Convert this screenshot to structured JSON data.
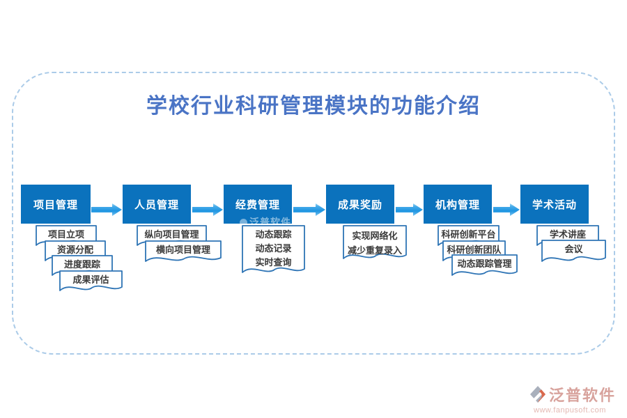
{
  "title": "学校行业科研管理模块的功能介绍",
  "flow": {
    "steps": [
      {
        "label": "项目管理",
        "cards": [
          {
            "lines": [
              "项目立项"
            ]
          },
          {
            "lines": [
              "资源分配"
            ]
          },
          {
            "lines": [
              "进度跟踪"
            ]
          },
          {
            "lines": [
              "成果评估"
            ]
          }
        ]
      },
      {
        "label": "人员管理",
        "cards": [
          {
            "lines": [
              "纵向项目管理"
            ]
          },
          {
            "lines": [
              "横向项目管理"
            ]
          }
        ]
      },
      {
        "label": "经费管理",
        "cards": [
          {
            "lines": [
              "动态跟踪",
              "动态记录",
              "实时查询"
            ]
          }
        ]
      },
      {
        "label": "成果奖励",
        "cards": [
          {
            "lines": [
              "实现网络化",
              "减少重复录入"
            ]
          }
        ]
      },
      {
        "label": "机构管理",
        "cards": [
          {
            "lines": [
              "科研创新平台"
            ]
          },
          {
            "lines": [
              "科研创新团队"
            ]
          },
          {
            "lines": [
              "动态跟踪管理"
            ]
          }
        ]
      },
      {
        "label": "学术活动",
        "cards": [
          {
            "lines": [
              "学术讲座"
            ]
          },
          {
            "lines": [
              "会议"
            ]
          }
        ]
      }
    ]
  },
  "watermark_inline": {
    "brand": "泛普软件",
    "url": "www.fanpusoft.com"
  },
  "logo": {
    "brand": "泛普软件",
    "url": "www.fanpusoft.com"
  },
  "colors": {
    "step_box": "#0b72bd",
    "arrow": "#2f9fe6",
    "title": "#4a74c5",
    "card_border": "#2e74b5",
    "card_text": "#3a3a3a",
    "dashed_border": "#abcbe8",
    "logo_text": "#d2938c",
    "logo_url": "#dfaca5",
    "logo_orange": "#d44f2e",
    "logo_gray": "#9ba3b1"
  }
}
